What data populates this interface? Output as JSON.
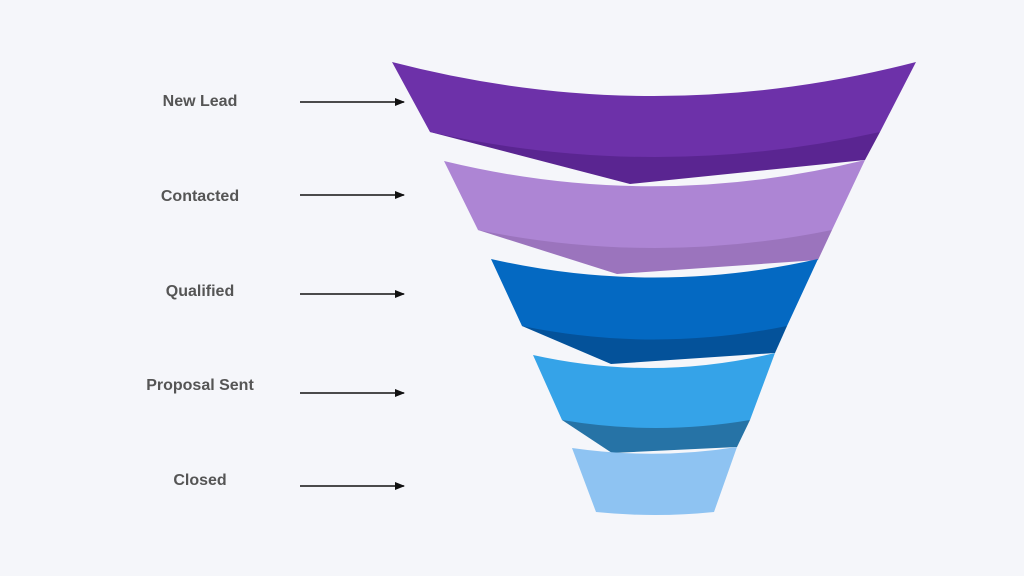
{
  "stages": [
    {
      "label": "New Lead",
      "color": "#6d31a9",
      "shadow": "#5a2591"
    },
    {
      "label": "Contacted",
      "color": "#ad85d4",
      "shadow": "#9b74bd"
    },
    {
      "label": "Qualified",
      "color": "#0469c2",
      "shadow": "#04529a"
    },
    {
      "label": "Proposal Sent",
      "color": "#35a3e8",
      "shadow": "#2673a6"
    },
    {
      "label": "Closed",
      "color": "#8ec3f2",
      "shadow": "#7aaee0"
    }
  ],
  "arrow_color": "#111111",
  "background_color": "#f5f6fa"
}
